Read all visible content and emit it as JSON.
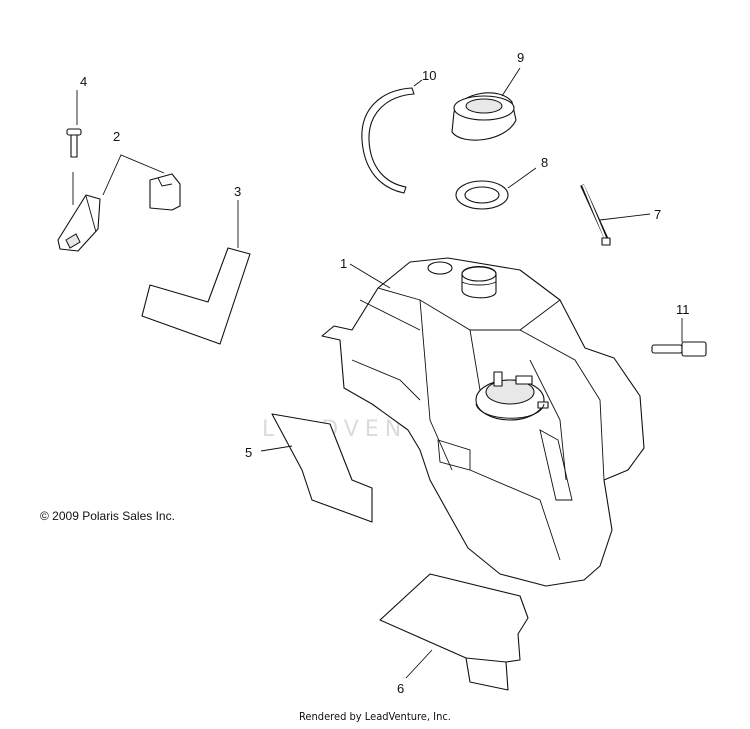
{
  "callouts": {
    "c1": "1",
    "c2": "2",
    "c3": "3",
    "c4": "4",
    "c5": "5",
    "c6": "6",
    "c7": "7",
    "c8": "8",
    "c9": "9",
    "c10": "10",
    "c11": "11"
  },
  "copyright": "© 2009 Polaris Sales Inc.",
  "footer": "Rendered by LeadVenture, Inc.",
  "watermark": "LEADVENTURE"
}
